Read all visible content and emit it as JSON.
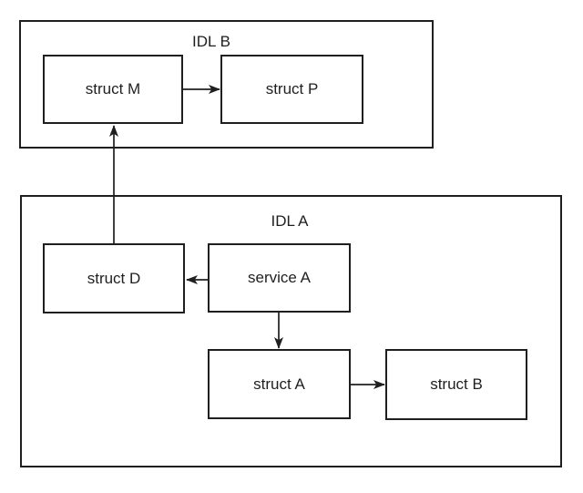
{
  "diagram": {
    "groups": [
      {
        "id": "idl-b",
        "label": "IDL B",
        "nodes": [
          {
            "id": "struct-m",
            "label": "struct M"
          },
          {
            "id": "struct-p",
            "label": "struct P"
          }
        ]
      },
      {
        "id": "idl-a",
        "label": "IDL A",
        "nodes": [
          {
            "id": "struct-d",
            "label": "struct D"
          },
          {
            "id": "service-a",
            "label": "service A"
          },
          {
            "id": "struct-a",
            "label": "struct A"
          },
          {
            "id": "struct-b",
            "label": "struct B"
          }
        ]
      }
    ],
    "edges": [
      {
        "from": "struct-m",
        "to": "struct-p",
        "direction": "right"
      },
      {
        "from": "struct-d",
        "to": "struct-m",
        "direction": "up"
      },
      {
        "from": "service-a",
        "to": "struct-d",
        "direction": "left"
      },
      {
        "from": "service-a",
        "to": "struct-a",
        "direction": "down"
      },
      {
        "from": "struct-a",
        "to": "struct-b",
        "direction": "right"
      }
    ],
    "colors": {
      "stroke": "#1f1f1f",
      "text": "#1f1f1f",
      "background": "#ffffff"
    }
  }
}
